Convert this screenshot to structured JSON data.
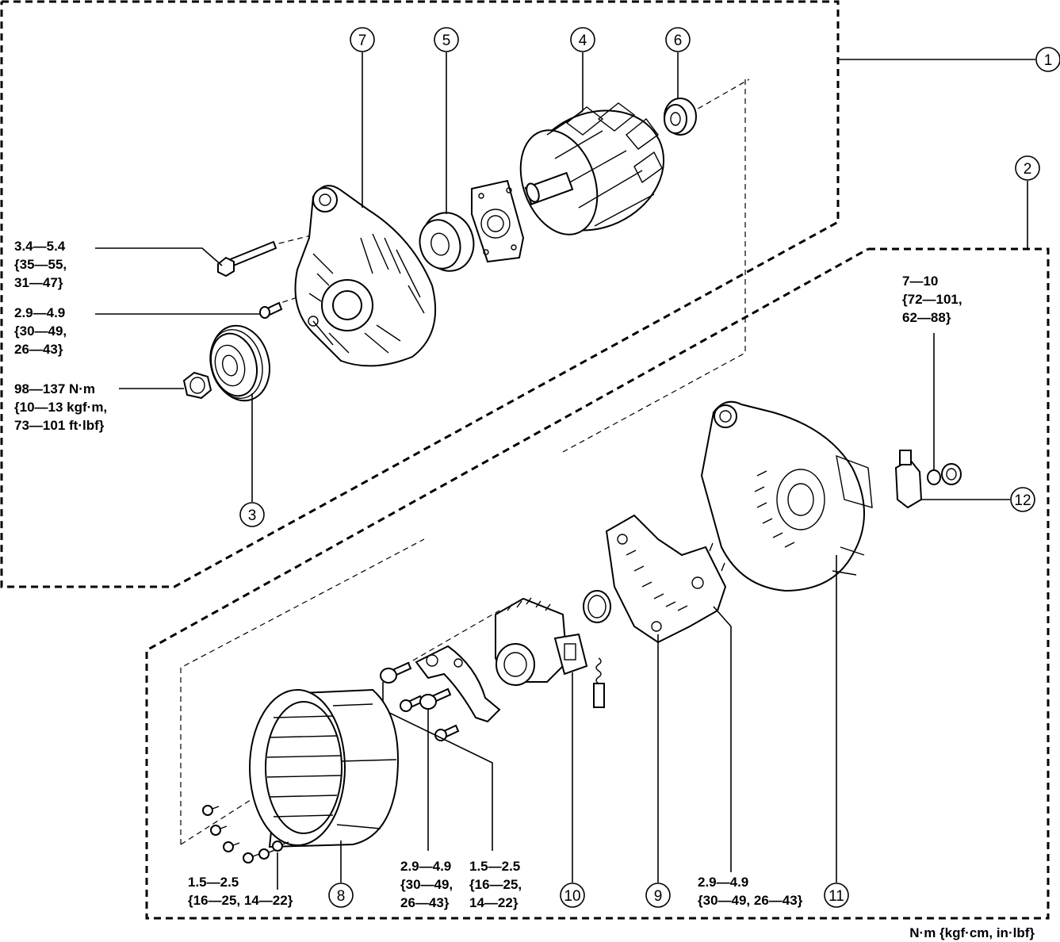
{
  "callouts": {
    "c1": "1",
    "c2": "2",
    "c3": "3",
    "c4": "4",
    "c5": "5",
    "c6": "6",
    "c7": "7",
    "c8": "8",
    "c9": "9",
    "c10": "10",
    "c11": "11",
    "c12": "12"
  },
  "torque": {
    "bolt_long": [
      "3.4—5.4",
      "{35—55,",
      "31—47}"
    ],
    "screw_front": [
      "2.9—4.9",
      "{30—49,",
      "26—43}"
    ],
    "pulley_nut": [
      "98—137 N·m",
      "{10—13 kgf·m,",
      "73—101 ft·lbf}"
    ],
    "b_terminal_nut": [
      "7—10",
      "{72—101,",
      "62—88}"
    ],
    "stator_screws": [
      "1.5—2.5",
      "{16—25, 14—22}"
    ],
    "regulator_screw_a": [
      "2.9—4.9",
      "{30—49,",
      "26—43}"
    ],
    "regulator_screw_b": [
      "1.5—2.5",
      "{16—25,",
      "14—22}"
    ],
    "rectifier_screws": [
      "2.9—4.9",
      "{30—49, 26—43}"
    ]
  },
  "unit_legend": "N·m {kgf·cm, in·lbf}"
}
